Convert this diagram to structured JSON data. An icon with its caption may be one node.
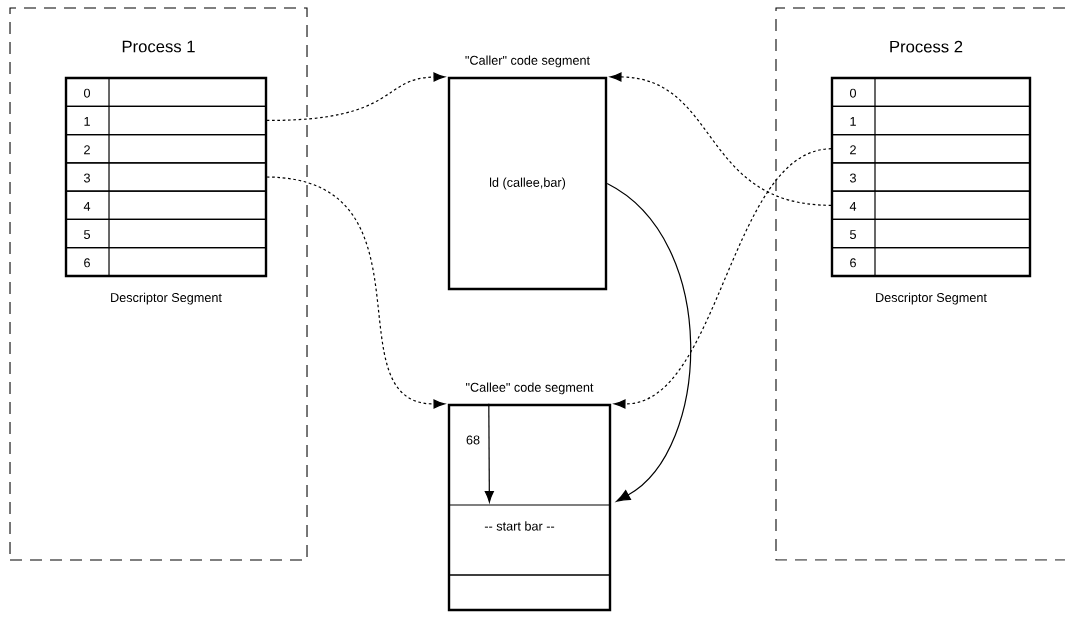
{
  "diagram": {
    "nodes": [
      {
        "text": [
          "Process 1"
        ]
      },
      {
        "text": [
          "Descriptor Segment"
        ],
        "in": 0
      },
      {
        "text": [
          "0"
        ],
        "in": 1
      },
      {
        "text": [
          "1"
        ],
        "in": 1
      },
      {
        "text": [
          "2"
        ],
        "in": 1
      },
      {
        "text": [
          "3"
        ],
        "in": 1
      },
      {
        "text": [
          "4"
        ],
        "in": 1
      },
      {
        "text": [
          "5"
        ],
        "in": 1
      },
      {
        "text": [
          "6"
        ],
        "in": 1
      },
      {
        "text": [
          "\"Caller\" code segment",
          "ld (callee,bar)"
        ]
      },
      {
        "text": [
          "\"Callee\" code segment"
        ]
      },
      {
        "text": [
          "-- start bar --"
        ],
        "in": 10
      },
      {
        "text": [],
        "shape": "box",
        "in": 10
      },
      {
        "text": [
          "Process 2"
        ]
      },
      {
        "text": [
          "Descriptor Segment"
        ],
        "in": 13
      },
      {
        "text": [
          "0"
        ],
        "in": 14
      },
      {
        "text": [
          "1"
        ],
        "in": 14
      },
      {
        "text": [
          "2"
        ],
        "in": 14
      },
      {
        "text": [
          "3"
        ],
        "in": 14
      },
      {
        "text": [
          "4"
        ],
        "in": 14
      },
      {
        "text": [
          "5"
        ],
        "in": 14
      },
      {
        "text": [
          "6"
        ],
        "in": 14
      }
    ],
    "edges": [
      {
        "from": 3,
        "to": 9,
        "arrow": "to",
        "style": "dashed"
      },
      {
        "from": 5,
        "to": 10,
        "arrow": "to",
        "style": "dashed"
      },
      {
        "from": 17,
        "to": 10,
        "arrow": "to",
        "style": "dashed"
      },
      {
        "from": 19,
        "to": 9,
        "arrow": "to",
        "style": "dashed"
      },
      {
        "from": 9,
        "to": 11,
        "arrow": "to"
      },
      {
        "from": 10,
        "to": 11,
        "arrow": "to",
        "label": "68"
      }
    ]
  }
}
